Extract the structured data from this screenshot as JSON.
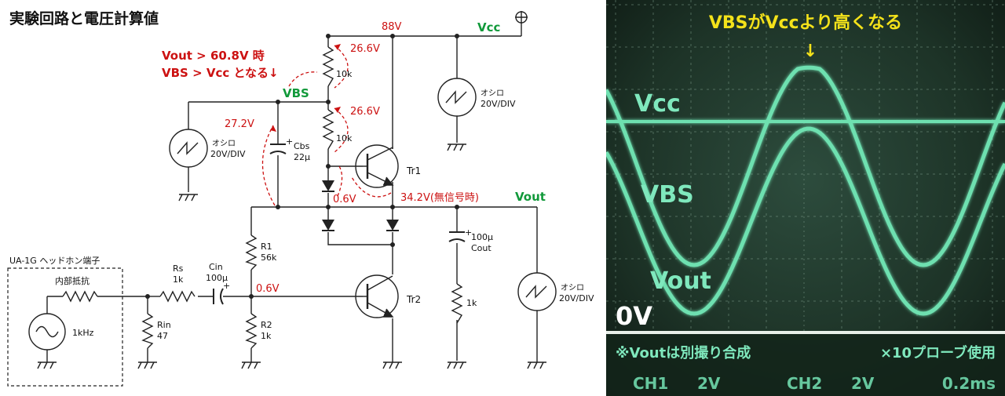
{
  "schematic": {
    "title": "実験回路と電圧計算値",
    "condition_line1": "Vout > 60.8V 時",
    "condition_line2": "VBS > Vcc となる↓",
    "supply_voltage": "88V",
    "vcc_label": "Vcc",
    "vbs_label": "VBS",
    "vout_label": "Vout",
    "r_top_value": "10k",
    "r_bottom_value": "10k",
    "drop_top": "26.6V",
    "drop_bottom": "26.6V",
    "cap_voltage": "27.2V",
    "diode_drop": "0.6V",
    "output_bias": "34.2V(無信号時)",
    "cbs_name": "Cbs",
    "cbs_value": "22μ",
    "tr1": "Tr1",
    "tr2": "Tr2",
    "cout_value": "100μ",
    "cout_name": "Cout",
    "rload_value": "1k",
    "r1_name": "R1",
    "r1_value": "56k",
    "r2_name": "R2",
    "r2_value": "1k",
    "base_voltage": "0.6V",
    "cin_name": "Cin",
    "cin_value": "100μ",
    "rs_name": "Rs",
    "rs_value": "1k",
    "rin_name": "Rin",
    "rin_value": "47",
    "generator_box": "UA-1G ヘッドホン端子",
    "internal_resistor": "内部抵抗",
    "generator_freq": "1kHz",
    "scope_name": "オシロ",
    "scope_scale": "20V/DIV",
    "label_color_red": "#cc1111",
    "label_color_green": "#11993a"
  },
  "scope": {
    "annotation": "VBSがVccより高くなる",
    "arrow": "↓",
    "trace_vcc": "Vcc",
    "trace_vbs": "VBS",
    "trace_vout": "Vout",
    "zero_label": "0V",
    "note_left": "※Voutは別撮り合成",
    "note_right": "×10プローブ使用",
    "ch1": "CH1",
    "ch1_scale": "2V",
    "ch2": "CH2",
    "ch2_scale": "2V",
    "timebase": "0.2ms",
    "trace_color": "#6ee0b0",
    "annotation_color": "#f4e21a"
  }
}
